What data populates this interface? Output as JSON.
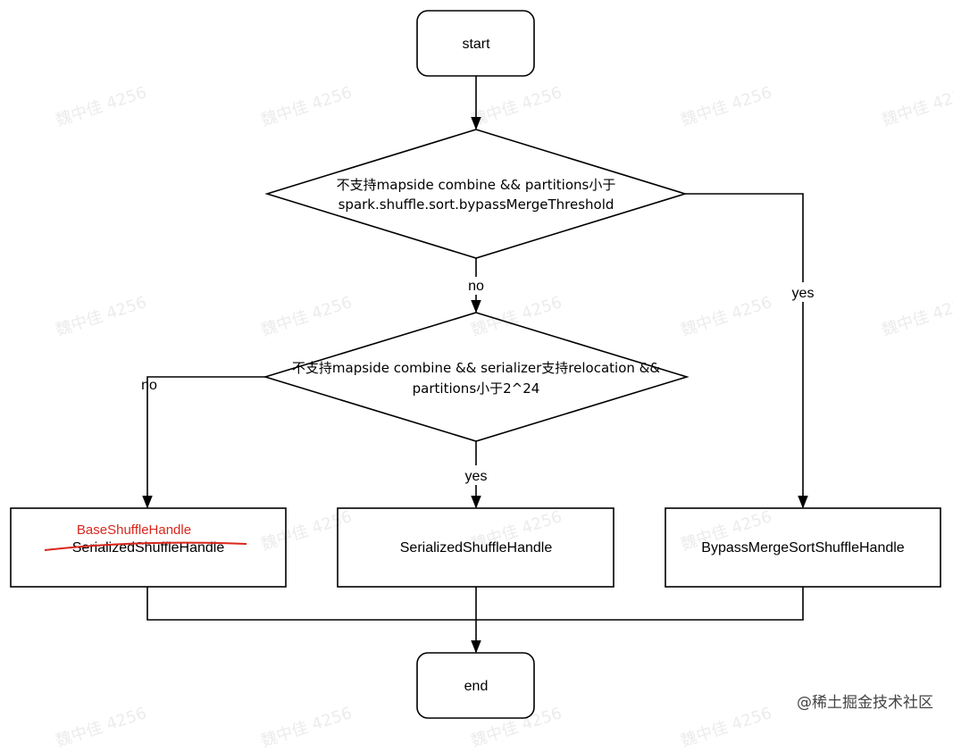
{
  "nodes": {
    "start": "start",
    "decision1_line1": "不支持mapside combine &&  partitions小于",
    "decision1_line2": "spark.shuffle.sort.bypassMergeThreshold",
    "decision2_line1": "不支持mapside combine &&  serializer支持relocation &&",
    "decision2_line2": "partitions小于2^24",
    "left_box_new": "BaseShuffleHandle",
    "left_box_old": "SerializedShuffleHandle",
    "middle_box": "SerializedShuffleHandle",
    "right_box": "BypassMergeSortShuffleHandle",
    "end": "end"
  },
  "edge_labels": {
    "d1_no": "no",
    "d1_yes": "yes",
    "d2_no": "no",
    "d2_yes": "yes"
  },
  "watermark": {
    "text": "魏中佳 4256",
    "corner": "@稀土掘金技术社区"
  },
  "colors": {
    "stroke": "#000000",
    "correction": "#d9261c"
  }
}
